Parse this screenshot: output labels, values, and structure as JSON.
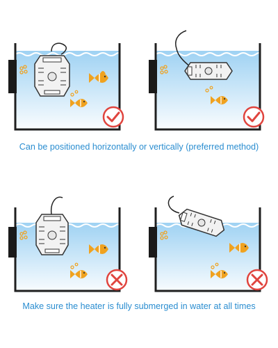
{
  "colors": {
    "caption": "#2a8dd0",
    "tank": "#1f1f1f",
    "water_top": "#9fd2f3",
    "water_bottom": "#ffffff",
    "fish": "#f0a21f",
    "bubble": "#f0a21f",
    "badge": "#e0443e",
    "heater_body": "#f2f2f2",
    "heater_line": "#333333"
  },
  "captions": {
    "correct": "Can be positioned horizontally or vertically (preferred method)",
    "incorrect": "Make sure the heater is fully submerged in water at all times"
  },
  "panels": [
    {
      "id": "vertical-submerged",
      "orientation": "vertical",
      "position": "submerged",
      "status": "correct",
      "status_icon": "checkmark-icon"
    },
    {
      "id": "horizontal-submerged",
      "orientation": "horizontal",
      "position": "submerged",
      "status": "correct",
      "status_icon": "checkmark-icon"
    },
    {
      "id": "vertical-partially-out",
      "orientation": "vertical",
      "position": "partially-above-water",
      "status": "incorrect",
      "status_icon": "cross-icon"
    },
    {
      "id": "horizontal-partially-out",
      "orientation": "horizontal",
      "position": "partially-above-water",
      "status": "incorrect",
      "status_icon": "cross-icon"
    }
  ]
}
